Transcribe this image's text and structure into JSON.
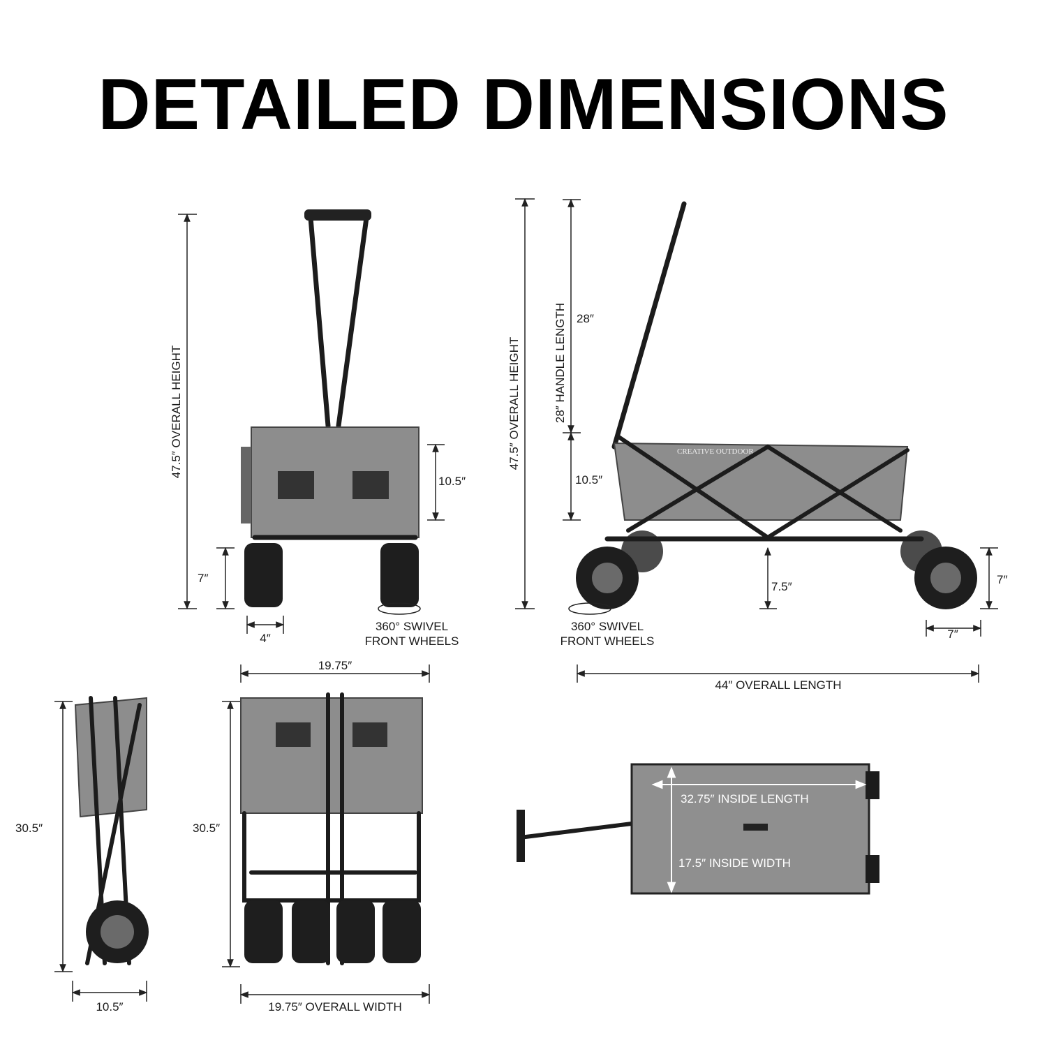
{
  "title": "DETAILED DIMENSIONS",
  "front_view": {
    "overall_height": "47.5″ OVERALL HEIGHT",
    "basket_height": "10.5″",
    "wheel_height": "7″",
    "wheel_width": "4″",
    "swivel_line1": "360° SWIVEL",
    "swivel_line2": "FRONT WHEELS"
  },
  "side_view": {
    "overall_height": "47.5″ OVERALL HEIGHT",
    "handle_length": "28″ HANDLE LENGTH",
    "handle_value": "28″",
    "basket_height": "10.5″",
    "ground_clearance": "7.5″",
    "wheel_height": "7″",
    "wheel_width": "7″",
    "swivel_line1": "360° SWIVEL",
    "swivel_line2": "FRONT WHEELS",
    "overall_length": "44″ OVERALL LENGTH",
    "logo": "CREATIVE OUTDOOR"
  },
  "folded_side": {
    "height": "30.5″",
    "depth": "10.5″"
  },
  "folded_rear": {
    "top_width": "19.75″",
    "height": "30.5″",
    "overall_width": "19.75″ OVERALL WIDTH"
  },
  "top_view": {
    "inside_length": "32.75″ INSIDE LENGTH",
    "inside_width": "17.5″ INSIDE WIDTH"
  },
  "colors": {
    "fabric": "#8d8d8d",
    "frame": "#1c1c1c",
    "background": "#ffffff"
  }
}
